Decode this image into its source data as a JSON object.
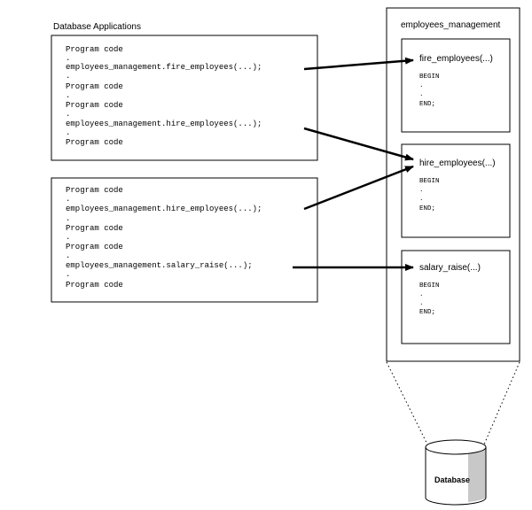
{
  "applications": {
    "title": "Database Applications",
    "app1": {
      "program_code": "Program code",
      "dot": ".",
      "call_fire": "employees_management.fire_employees(...);",
      "call_hire": "employees_management.hire_employees(...);"
    },
    "app2": {
      "program_code": "Program code",
      "dot": ".",
      "call_hire": "employees_management.hire_employees(...);",
      "call_salary": "employees_management.salary_raise(...);"
    }
  },
  "package": {
    "title": "employees_management",
    "procedures": [
      {
        "name": "fire_employees(...)",
        "begin": "BEGIN",
        "dot": ".",
        "end": "END;"
      },
      {
        "name": "hire_employees(...)",
        "begin": "BEGIN",
        "dot": ".",
        "end": "END;"
      },
      {
        "name": "salary_raise(...)",
        "begin": "BEGIN",
        "dot": ".",
        "end": "END;"
      }
    ]
  },
  "database": {
    "label": "Database"
  },
  "colors": {
    "stroke": "#000000",
    "background": "#ffffff",
    "cylinder_shade": "#c8c8c8"
  }
}
